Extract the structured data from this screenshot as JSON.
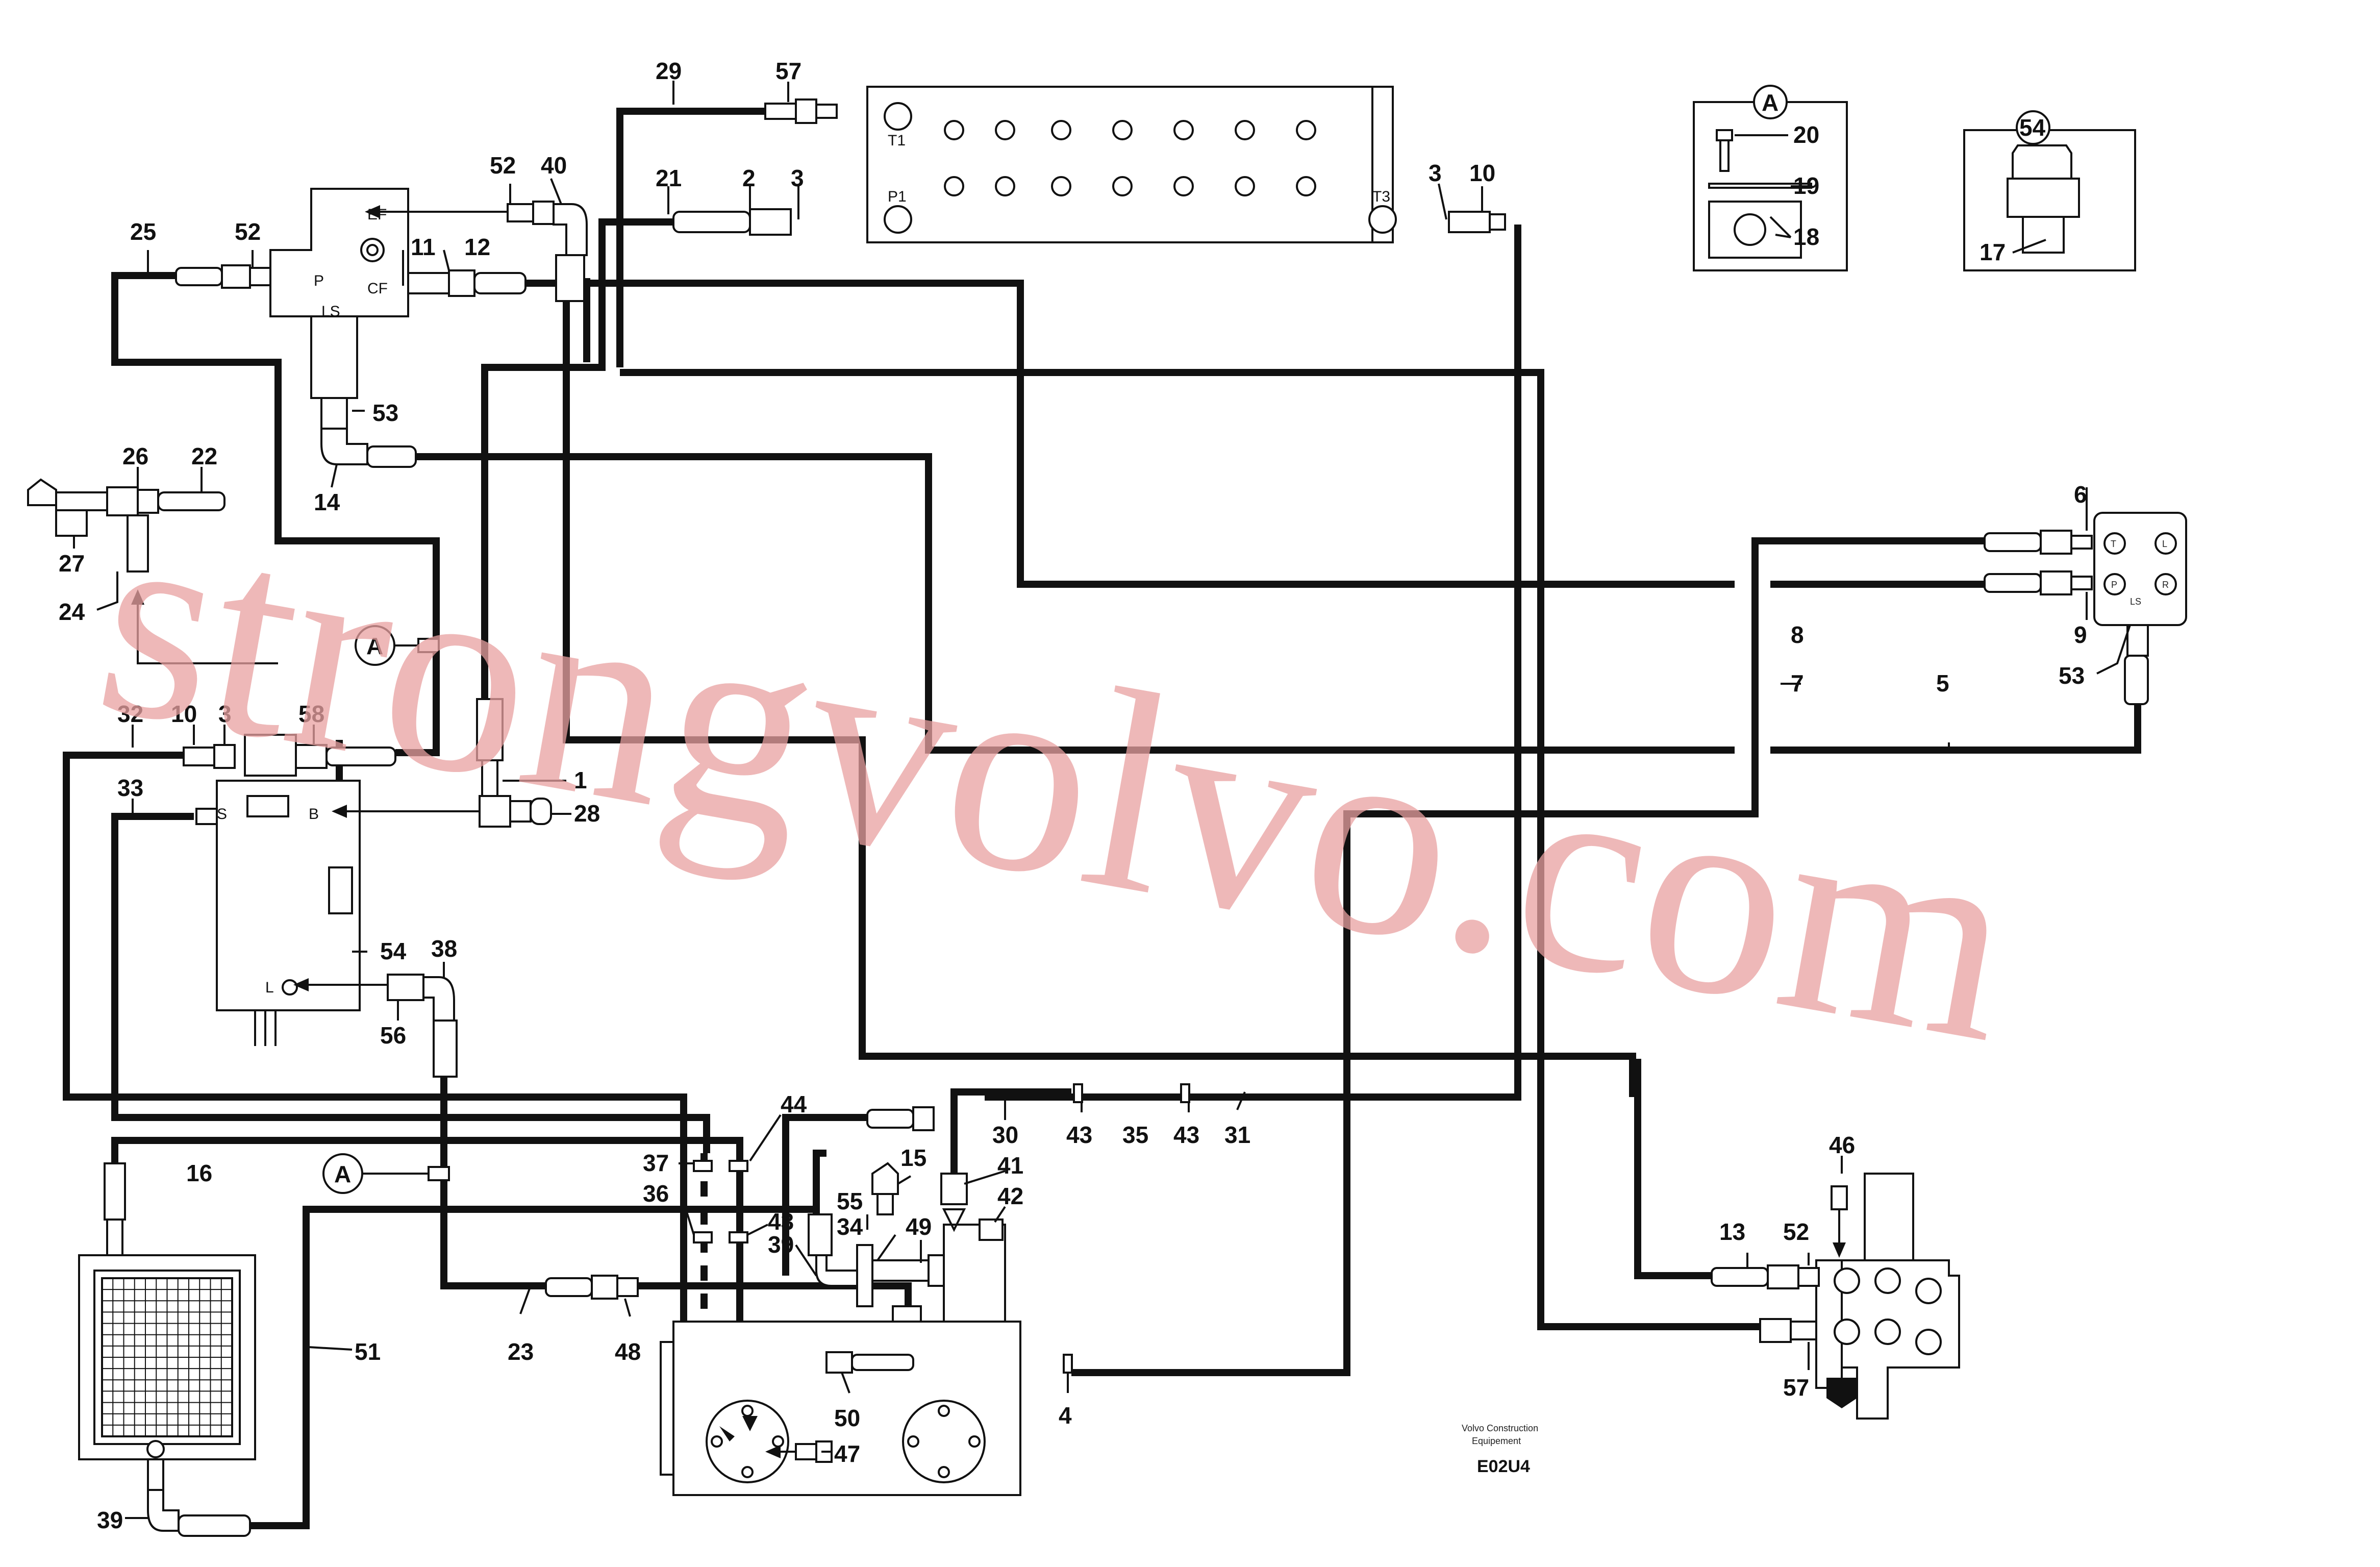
{
  "labels": {
    "n29": "29",
    "n57a": "57",
    "n21": "21",
    "n2": "2",
    "n3a": "3",
    "n3b": "3",
    "n10a": "10",
    "n52a": "52",
    "n40": "40",
    "n25": "25",
    "n52b": "52",
    "n11": "11",
    "n12": "12",
    "n53a": "53",
    "n14": "14",
    "n26": "26",
    "n22": "22",
    "n27": "27",
    "n24": "24",
    "n32": "32",
    "n10b": "10",
    "n3c": "3",
    "n58": "58",
    "n33": "33",
    "n1": "1",
    "n28": "28",
    "n54a": "54",
    "n38": "38",
    "n56": "56",
    "n16": "16",
    "n37": "37",
    "n36": "36",
    "n44": "44",
    "n15": "15",
    "n55": "55",
    "n34": "34",
    "n39a": "39",
    "n43a": "43",
    "n49": "49",
    "n41": "41",
    "n42": "42",
    "n30": "30",
    "n43b": "43",
    "n35": "35",
    "n43c": "43",
    "n31": "31",
    "n23": "23",
    "n48": "48",
    "n51": "51",
    "n50": "50",
    "n47": "47",
    "n4": "4",
    "n39b": "39",
    "n6": "6",
    "n8": "8",
    "n9": "9",
    "n7": "7",
    "n5": "5",
    "n53b": "53",
    "n46": "46",
    "n13": "13",
    "n52c": "52",
    "n57b": "57",
    "n20": "20",
    "n19": "19",
    "n18": "18",
    "n17": "17"
  },
  "callouts": {
    "detail_a": "A",
    "detail_54": "54",
    "ref_a_1": "A",
    "ref_a_2": "A"
  },
  "ports": {
    "t1": "T1",
    "p1": "P1",
    "t3": "T3",
    "ef": "EF",
    "cf": "CF",
    "p": "P",
    "ls": "LS",
    "s": "S",
    "b": "B",
    "l": "L",
    "pp_t": "T",
    "pp_l": "L",
    "pp_p": "P",
    "pp_r": "R",
    "pp_ls": "LS"
  },
  "footer": {
    "company_line1": "Volvo Construction",
    "company_line2": "Equipement",
    "drawing_code": "E02U4"
  },
  "watermark": "strongvolvo.com",
  "colors": {
    "line": "#111111",
    "watermark": "#e8a0a0",
    "background": "#ffffff"
  }
}
